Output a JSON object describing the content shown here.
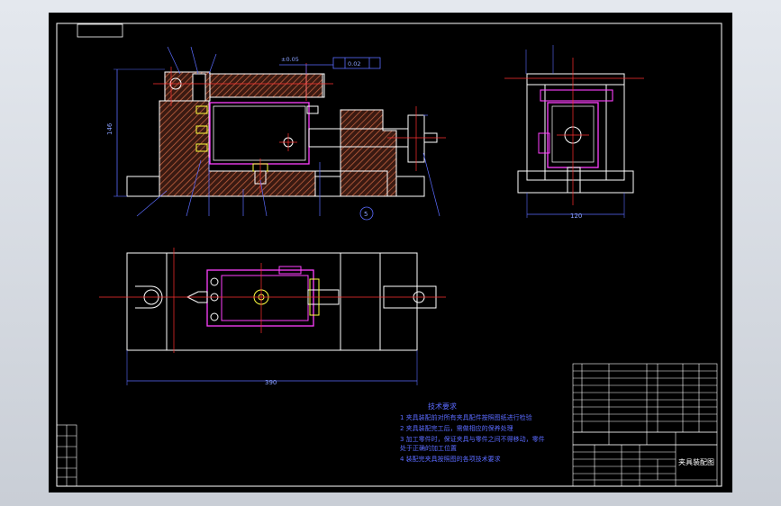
{
  "drawing": {
    "colors": {
      "background": "#000000",
      "outline": "#ffffff",
      "hatch": "#b05a3c",
      "fixture_pink": "#ff40ff",
      "centerline_red": "#ff3030",
      "dimension_blue": "#5b6cff",
      "yellow": "#ffff40",
      "notes_blue": "#5a6aff"
    },
    "front_view": {
      "dim_height": "146",
      "tolerance_left": "±0.05",
      "tolerance_box": "0.02",
      "balloon": "5"
    },
    "side_view": {
      "dim_width": "120"
    },
    "top_view": {
      "dim_length": "390"
    },
    "notes": {
      "title": "技术要求",
      "lines": [
        "1 夹具装配前对所有夹具配件按照图纸进行检验",
        "2 夹具装配完工后，需做相应的保养处理",
        "3 加工零件时，保证夹具与零件之间不得移动，零件",
        "  处于正确的加工位置",
        "4 装配完夹具按照图的各项技术要求"
      ]
    },
    "title_block": {
      "title": "夹具装配图"
    }
  }
}
